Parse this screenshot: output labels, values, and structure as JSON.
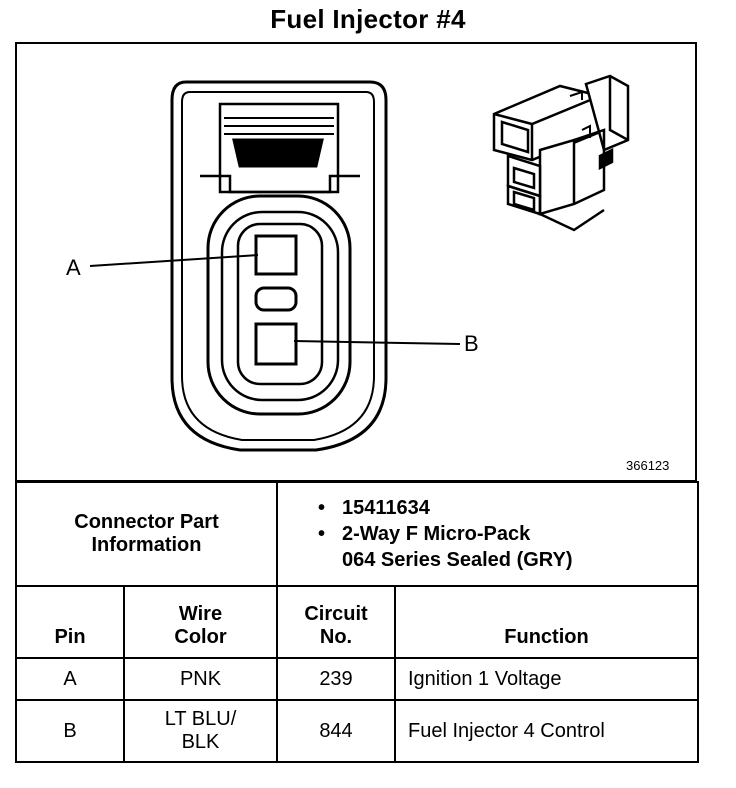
{
  "title": "Fuel Injector #4",
  "pin_labels": {
    "a": "A",
    "b": "B"
  },
  "figure_id": "366123",
  "connector_info": {
    "label_line1": "Connector Part",
    "label_line2": "Information",
    "items": [
      "15411634",
      "2-Way F Micro-Pack",
      "064 Series Sealed (GRY)"
    ],
    "bullet": "•"
  },
  "table": {
    "headers": {
      "pin": "Pin",
      "wire_line1": "Wire",
      "wire_line2": "Color",
      "circuit_line1": "Circuit",
      "circuit_line2": "No.",
      "function": "Function"
    },
    "rows": [
      {
        "pin": "A",
        "wire_line1": "PNK",
        "wire_line2": "",
        "circuit": "239",
        "function": "Ignition 1 Voltage"
      },
      {
        "pin": "B",
        "wire_line1": "LT BLU/",
        "wire_line2": "BLK",
        "circuit": "844",
        "function": "Fuel Injector 4 Control"
      }
    ]
  }
}
